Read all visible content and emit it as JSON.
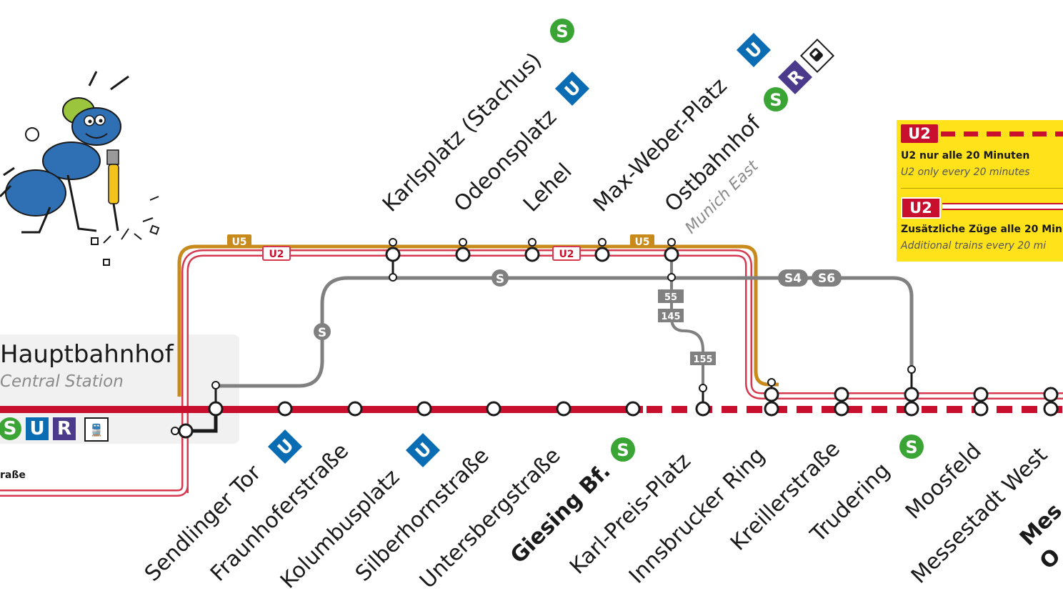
{
  "legend": {
    "dashed": {
      "badge": "U2",
      "de": "U2 nur alle 20 Minuten",
      "en": "U2 only every 20 minutes"
    },
    "solid": {
      "badge": "U2",
      "de": "Zusätzliche Züge alle 20 Min",
      "en": "Additional trains every 20 mi"
    }
  },
  "hauptbahnhof": {
    "name": "Hauptbahnhof",
    "sub": "Central Station",
    "street": "raße",
    "modes": [
      "S",
      "U",
      "R",
      "train-icon"
    ]
  },
  "top_stations": [
    "Karlsplatz (Stachus)",
    "Odeonsplatz",
    "Lehel",
    "Max-Weber-Platz",
    "Ostbahnhof"
  ],
  "ostbahnhof_sub": "Munich East",
  "bottom_stations": [
    "Sendlinger Tor",
    "Fraunhoferstraße",
    "Kolumbusplatz",
    "Silberhornstraße",
    "Untersbergstraße",
    "Giesing Bf.",
    "Karl-Preis-Platz",
    "Innsbrucker Ring",
    "Kreillerstraße",
    "Trudering",
    "Moosfeld",
    "Messestadt West",
    "Mes",
    "O"
  ],
  "line_badges": {
    "u5": "U5",
    "u2": "U2",
    "s": "S",
    "s4": "S4",
    "s6": "S6"
  },
  "bus_badges": [
    "55",
    "145",
    "155"
  ],
  "colors": {
    "u2_red": "#c8102e",
    "u5_gold": "#c98a1c",
    "s_grey": "#7a7a7a",
    "s_green": "#3aa535",
    "u_blue": "#0a6cb3",
    "r_purple": "#4b3a8c",
    "legend_yellow": "#ffe21a"
  }
}
